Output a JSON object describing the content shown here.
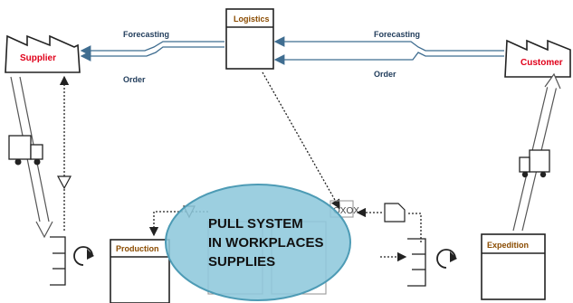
{
  "logistics_label": "Logistics",
  "supplier_label": "Supplier",
  "customer_label": "Customer",
  "production_label": "Production",
  "expedition_label": "Expedition",
  "flow_labels": {
    "forecasting_left": "Forecasting",
    "order_left": "Order",
    "forecasting_right": "Forecasting",
    "order_right": "Order"
  },
  "center_lines": [
    "PULL SYSTEM",
    "IN WORKPLACES",
    "SUPPLIES"
  ],
  "colors": {
    "label_red": "#e0001a",
    "label_brown": "#8a4b00",
    "flow_text": "#1f3b5a",
    "ellipse_fill": "#8ec8dc",
    "ellipse_stroke": "#4d9bb5",
    "arrow_blue": "#3f6d90",
    "stroke": "#222222"
  },
  "icons": [
    "factory-icon",
    "truck-icon",
    "cycle-arrow-icon",
    "kanban-card-icon",
    "inventory-triangle-icon"
  ]
}
